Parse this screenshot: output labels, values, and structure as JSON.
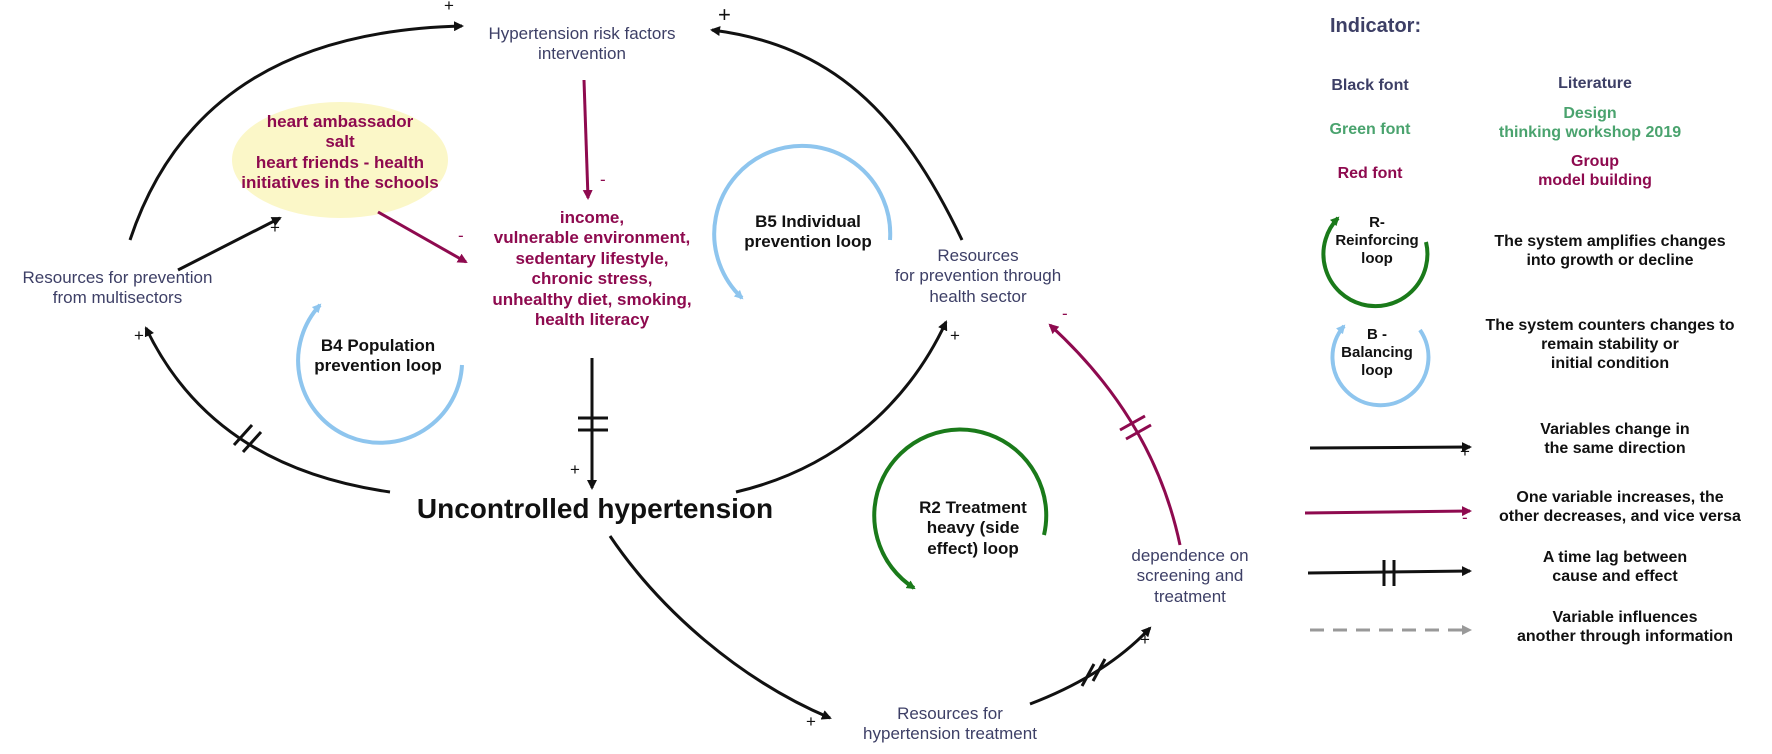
{
  "nodes": {
    "risk_factors": "Hypertension risk factors\nintervention",
    "school_initiatives": "heart ambassador\nsalt\nheart friends - health\ninitiatives in the schools",
    "risk_causes": "income,\nvulnerable environment,\nsedentary lifestyle,\nchronic stress,\nunhealthy diet, smoking,\nhealth literacy",
    "multisectors": "Resources for prevention\nfrom multisectors",
    "health_sector": "Resources\nfor prevention through\nhealth sector",
    "uncontrolled": "Uncontrolled hypertension",
    "treatment_resources": "Resources for\nhypertension treatment",
    "dependence": "dependence on\nscreening and\ntreatment"
  },
  "loops": {
    "b4": "B4 Population\nprevention loop",
    "b5": "B5 Individual\nprevention loop",
    "r2": "R2 Treatment\nheavy (side\neffect) loop"
  },
  "signs": {
    "plus": "+",
    "minus": "-"
  },
  "legend": {
    "title": "Indicator:",
    "black_font": "Black font",
    "literature": "Literature",
    "green_font": "Green font",
    "design_workshop": "Design\nthinking workshop 2019",
    "red_font": "Red font",
    "group_model": "Group\nmodel building",
    "r_loop": "R-\nReinforcing\nloop",
    "r_desc": "The system amplifies changes\ninto growth or decline",
    "b_loop": "B -\nBalancing\nloop",
    "b_desc": "The system counters changes to\nremain stability or\ninitial condition",
    "same_direction": "Variables change in\nthe same direction",
    "opposite": "One variable increases, the\nother decreases, and vice versa",
    "time_lag": "A time lag between\ncause and effect",
    "information": "Variable influences\nanother through information"
  },
  "colors": {
    "navy": "#3d3f66",
    "maroon": "#8e0a4f",
    "black": "#111111",
    "green": "#4aa36e",
    "loop_green": "#1a7a1a",
    "loop_blue": "#8ec5ee",
    "highlight": "#fbf7c8",
    "gray": "#999999"
  }
}
